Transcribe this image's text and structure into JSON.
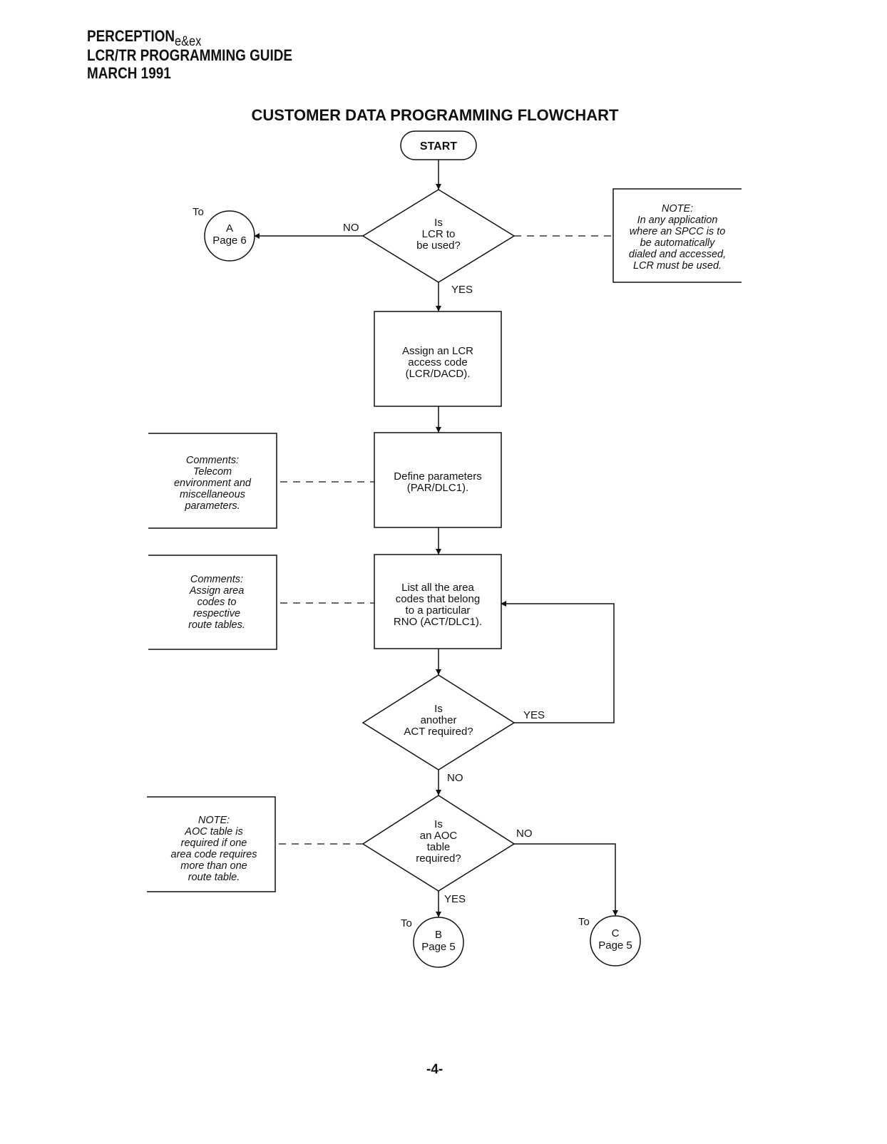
{
  "header": {
    "line1": "PERCEPTION",
    "line1_sub": "e&ex",
    "line2": "LCR/TR PROGRAMMING GUIDE",
    "line3": "MARCH 1991"
  },
  "title": "CUSTOMER DATA PROGRAMMING FLOWCHART",
  "start": "START",
  "decision1": [
    "Is",
    "LCR to",
    "be used?"
  ],
  "process1": [
    "Assign an LCR",
    "access code",
    "(LCR/DACD)."
  ],
  "process2": [
    "Define parameters",
    "(PAR/DLC1)."
  ],
  "process3": [
    "List all the area",
    "codes that belong",
    "to a particular",
    "RNO (ACT/DLC1)."
  ],
  "decision2": [
    "Is",
    "another",
    "ACT required?"
  ],
  "decision3": [
    "Is",
    "an AOC",
    "table",
    "required?"
  ],
  "connector_a": {
    "to": "To",
    "letter": "A",
    "page": "Page 6"
  },
  "connector_b": {
    "to": "To",
    "letter": "B",
    "page": "Page 5"
  },
  "connector_c": {
    "to": "To",
    "letter": "C",
    "page": "Page 5"
  },
  "labels": {
    "no": "NO",
    "yes": "YES"
  },
  "note_right": [
    "NOTE:",
    "In any application",
    "where an SPCC is to",
    "be automatically",
    "dialed and accessed,",
    "LCR must be used."
  ],
  "comment1": [
    "Comments:",
    "Telecom",
    "environment and",
    "miscellaneous",
    "parameters."
  ],
  "comment2": [
    "Comments:",
    "Assign area",
    "codes to",
    "respective",
    "route tables."
  ],
  "note_left": [
    "NOTE:",
    "AOC table is",
    "required if one",
    "area code requires",
    "more than one",
    "route table."
  ],
  "page_number": "-4-"
}
